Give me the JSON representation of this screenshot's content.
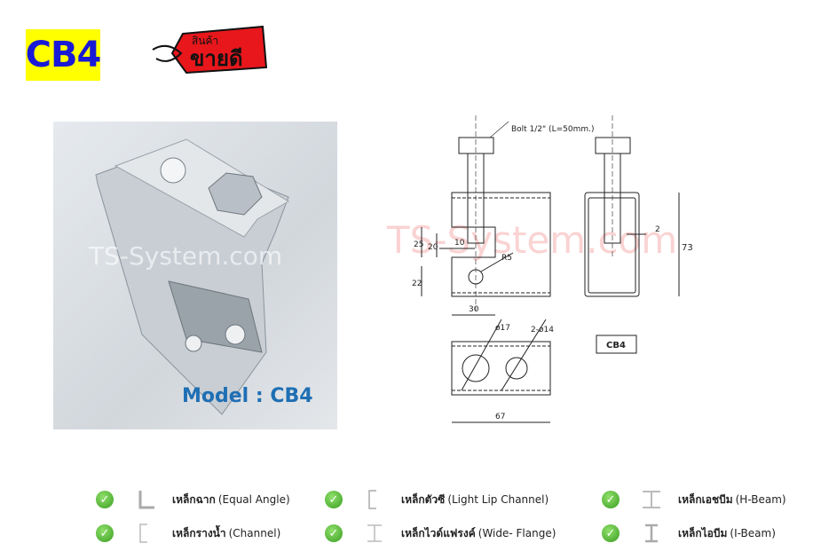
{
  "header": {
    "product_code": "CB4",
    "badge_line1": "สินค้า",
    "badge_line2": "ขายดี",
    "badge_color": "#e8171c"
  },
  "photo": {
    "watermark": "TS-System.com",
    "caption": "Model : CB4"
  },
  "drawing": {
    "watermark": "TS-System.com",
    "bolt_label": "Bolt 1/2\" (L=50mm.)",
    "dims": {
      "d25": "25",
      "d20": "20",
      "d10": "10",
      "r5": "R5",
      "d22": "22",
      "d30": "30",
      "d2": "2",
      "d73": "73",
      "phi17": "ø17",
      "phi14": "2-ø14",
      "d67": "67"
    },
    "label": "CB4"
  },
  "compatibility": [
    {
      "thai": "เหล็กฉาก",
      "eng": "(Equal Angle)",
      "shape": "angle"
    },
    {
      "thai": "เหล็กตัวซี",
      "eng": "(Light Lip Channel)",
      "shape": "lipchannel"
    },
    {
      "thai": "เหล็กเอชบีม",
      "eng": "(H-Beam)",
      "shape": "hbeam"
    },
    {
      "thai": "เหล็กรางน้ำ",
      "eng": "(Channel)",
      "shape": "channel"
    },
    {
      "thai": "เหล็กไวด์แฟรงค์",
      "eng": "(Wide- Flange)",
      "shape": "wideflange"
    },
    {
      "thai": "เหล็กไอบีม",
      "eng": "(I-Beam)",
      "shape": "ibeam"
    }
  ]
}
